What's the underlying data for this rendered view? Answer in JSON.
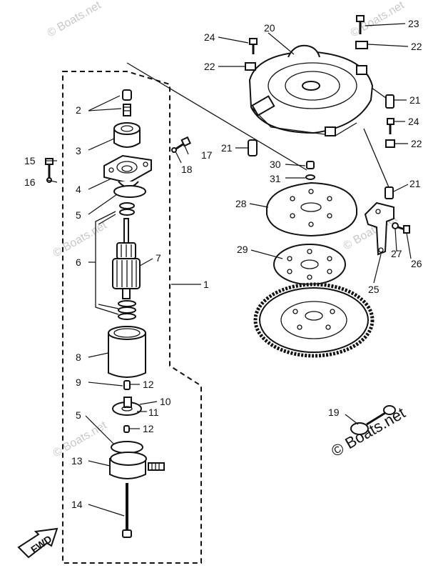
{
  "watermarks": {
    "faint": "© Boats.net",
    "main": "© Boats.net"
  },
  "fwd_label": "FWD",
  "callouts": [
    {
      "id": "1",
      "label": "1"
    },
    {
      "id": "2",
      "label": "2"
    },
    {
      "id": "3",
      "label": "3"
    },
    {
      "id": "4",
      "label": "4"
    },
    {
      "id": "5a",
      "label": "5"
    },
    {
      "id": "5b",
      "label": "5"
    },
    {
      "id": "6",
      "label": "6"
    },
    {
      "id": "7",
      "label": "7"
    },
    {
      "id": "8",
      "label": "8"
    },
    {
      "id": "9",
      "label": "9"
    },
    {
      "id": "10",
      "label": "10"
    },
    {
      "id": "11",
      "label": "11"
    },
    {
      "id": "12a",
      "label": "12"
    },
    {
      "id": "12b",
      "label": "12"
    },
    {
      "id": "13",
      "label": "13"
    },
    {
      "id": "14",
      "label": "14"
    },
    {
      "id": "15",
      "label": "15"
    },
    {
      "id": "16",
      "label": "16"
    },
    {
      "id": "17",
      "label": "17"
    },
    {
      "id": "18",
      "label": "18"
    },
    {
      "id": "19",
      "label": "19"
    },
    {
      "id": "20",
      "label": "20"
    },
    {
      "id": "21a",
      "label": "21"
    },
    {
      "id": "21b",
      "label": "21"
    },
    {
      "id": "21c",
      "label": "21"
    },
    {
      "id": "22a",
      "label": "22"
    },
    {
      "id": "22b",
      "label": "22"
    },
    {
      "id": "22c",
      "label": "22"
    },
    {
      "id": "23",
      "label": "23"
    },
    {
      "id": "24a",
      "label": "24"
    },
    {
      "id": "24b",
      "label": "24"
    },
    {
      "id": "25",
      "label": "25"
    },
    {
      "id": "26",
      "label": "26"
    },
    {
      "id": "27",
      "label": "27"
    },
    {
      "id": "28",
      "label": "28"
    },
    {
      "id": "29",
      "label": "29"
    },
    {
      "id": "30",
      "label": "30"
    },
    {
      "id": "31",
      "label": "31"
    }
  ]
}
